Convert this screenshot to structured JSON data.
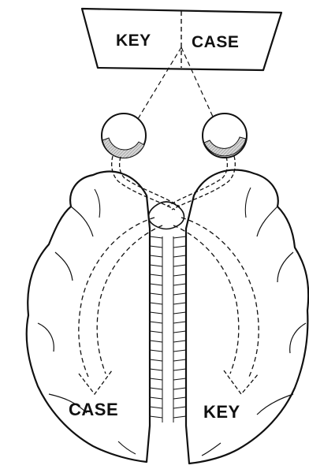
{
  "screen": {
    "left_word": "KEY",
    "right_word": "CASE"
  },
  "hemispheres": {
    "left_word": "CASE",
    "right_word": "KEY"
  },
  "colors": {
    "ink": "#111111",
    "background": "#ffffff",
    "retina_shade": "#bdbdbd"
  }
}
